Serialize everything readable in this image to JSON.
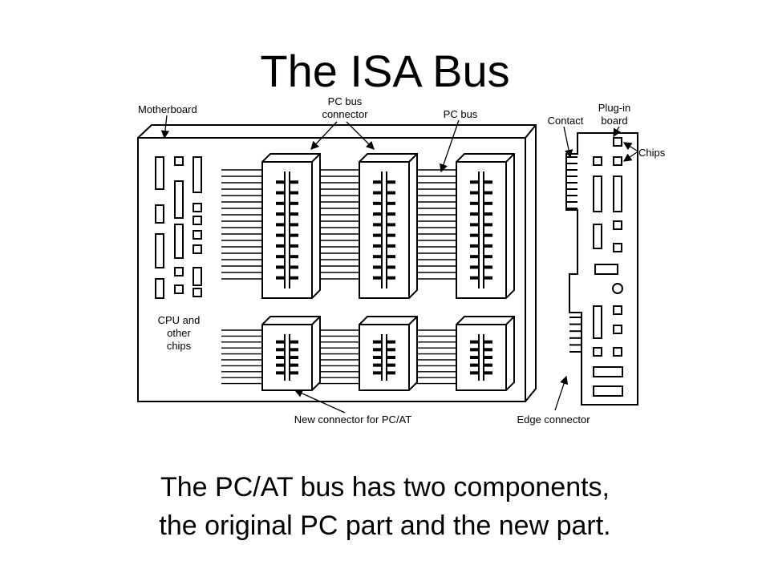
{
  "slide": {
    "title": "The ISA Bus",
    "caption_line1": "The PC/AT bus has two components,",
    "caption_line2": "the original PC part and the new part."
  },
  "diagram": {
    "labels": {
      "motherboard": "Motherboard",
      "pc_bus_connector_1": "PC bus",
      "pc_bus_connector_2": "connector",
      "pc_bus": "PC bus",
      "contact": "Contact",
      "plugin_board_1": "Plug-in",
      "plugin_board_2": "board",
      "chips": "Chips",
      "cpu_1": "CPU and",
      "cpu_2": "other",
      "cpu_3": "chips",
      "new_connector": "New connector for PC/AT",
      "edge_connector": "Edge connector"
    }
  }
}
